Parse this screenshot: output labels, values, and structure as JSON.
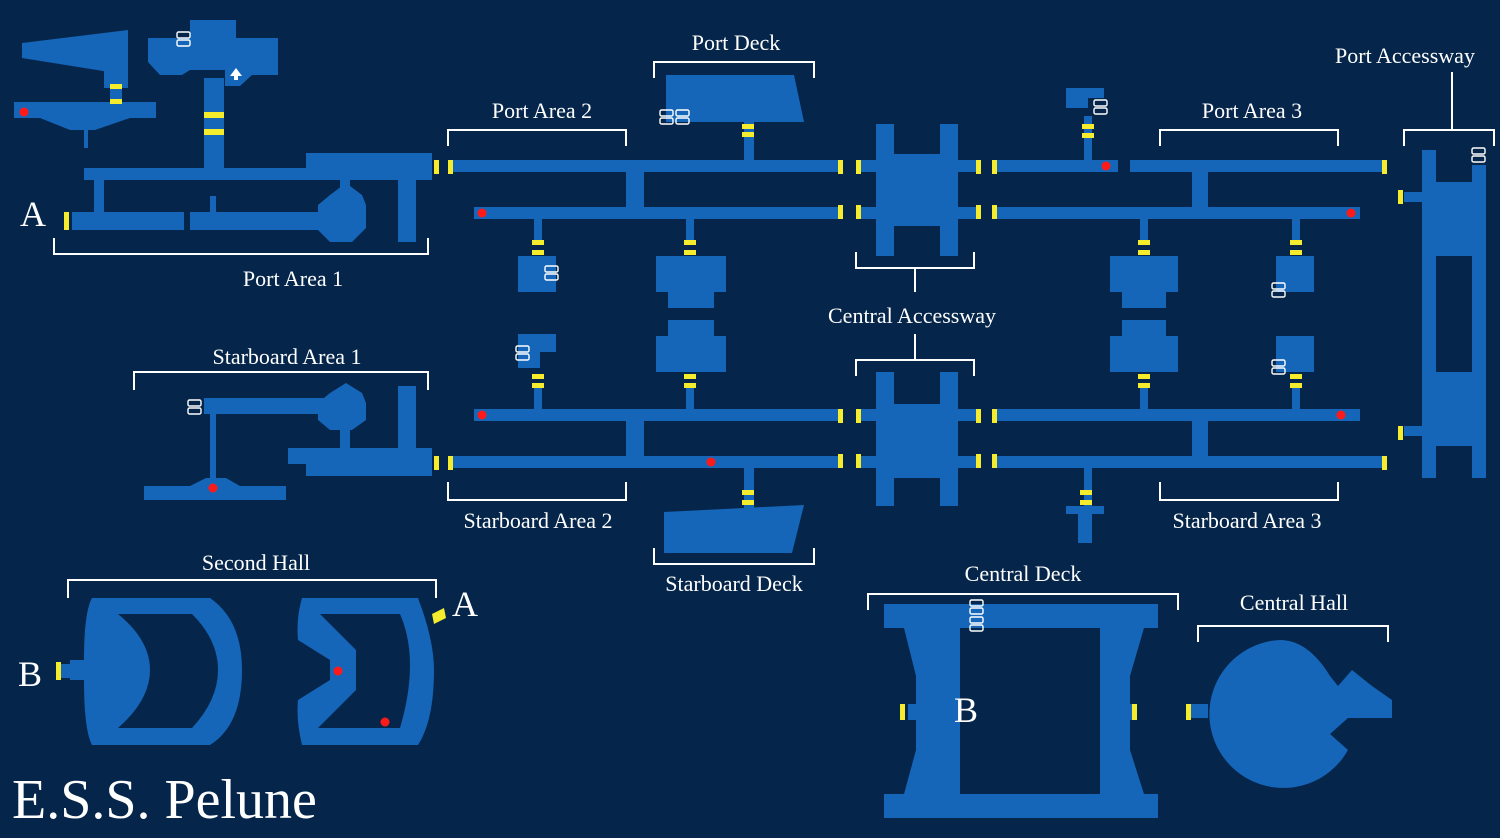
{
  "map_title": "E.S.S. Pelune",
  "colors": {
    "background": "#05264a",
    "room": "#1565b8",
    "door": "#f4ec2c",
    "item_marker": "#ff1a1a",
    "label": "#ffffff"
  },
  "areas": {
    "port_area_1": "Port Area 1",
    "port_area_2": "Port Area 2",
    "port_area_3": "Port Area 3",
    "port_deck": "Port Deck",
    "port_accessway": "Port Accessway",
    "starboard_area_1": "Starboard Area 1",
    "starboard_area_2": "Starboard Area 2",
    "starboard_area_3": "Starboard Area 3",
    "starboard_deck": "Starboard Deck",
    "central_accessway": "Central Accessway",
    "central_deck": "Central Deck",
    "central_hall": "Central Hall",
    "second_hall": "Second Hall"
  },
  "connectors": {
    "a": "A",
    "b": "B"
  },
  "icons": {
    "save_station": "save-station-icon",
    "item": "item-marker-icon",
    "door": "door-icon"
  }
}
